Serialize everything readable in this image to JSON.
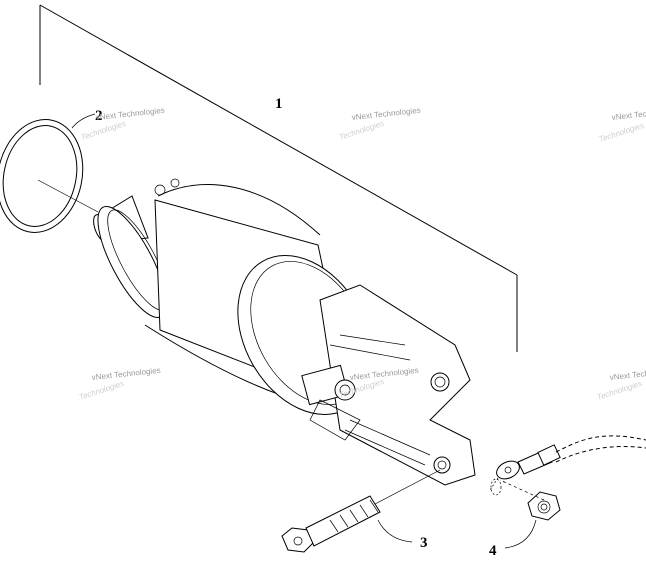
{
  "callouts": {
    "c1": "1",
    "c2": "2",
    "c3": "3",
    "c4": "4"
  },
  "watermark": {
    "text": "vNext Technologies",
    "ghost_text": "Technologies"
  },
  "colors": {
    "line": "#000000",
    "watermark": "#9a9a9a",
    "background": "#ffffff"
  }
}
